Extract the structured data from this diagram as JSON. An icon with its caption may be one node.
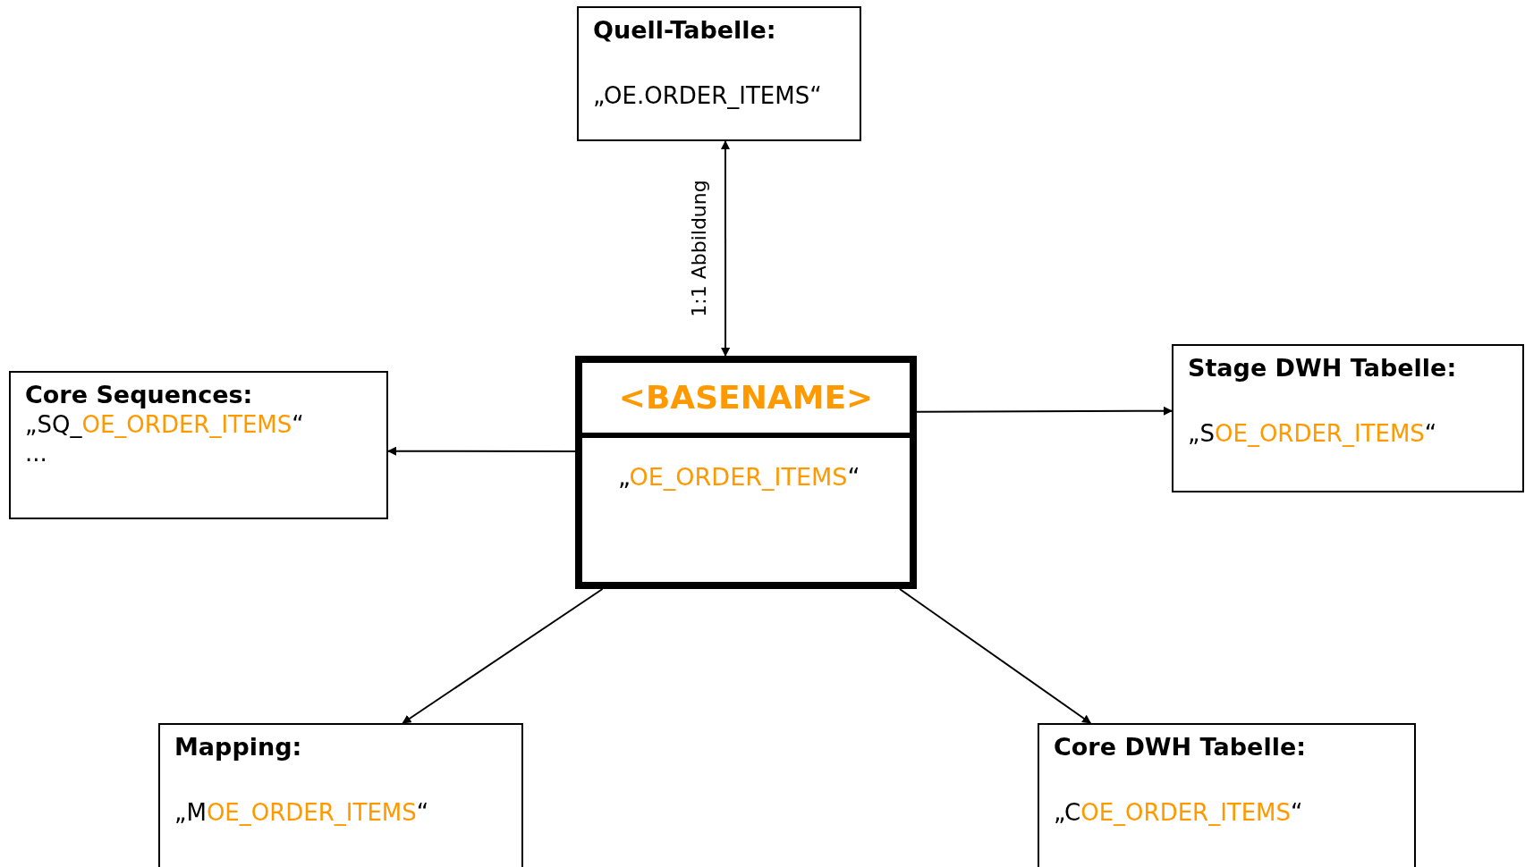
{
  "diagram": {
    "nodes": [
      {
        "text": [
          "Quell-Tabelle:",
          "„OE.ORDER_ITEMS“"
        ]
      },
      {
        "text": [
          "<BASENAME>",
          "„OE_ORDER_ITEMS“"
        ]
      },
      {
        "text": [
          "Core Sequences:",
          "„SQ_OE_ORDER_ITEMS“",
          "..."
        ]
      },
      {
        "text": [
          "Stage DWH Tabelle:",
          "„SOE_ORDER_ITEMS“"
        ]
      },
      {
        "text": [
          "Mapping:",
          "„MOE_ORDER_ITEMS“"
        ]
      },
      {
        "text": [
          "Core DWH Tabelle:",
          "„COE_ORDER_ITEMS“"
        ]
      }
    ],
    "edges": [
      {
        "from": 1,
        "to": 0,
        "arrow": "both",
        "label": "1:1 Abbildung"
      },
      {
        "from": 1,
        "to": 2,
        "arrow": "to"
      },
      {
        "from": 1,
        "to": 3,
        "arrow": "to"
      },
      {
        "from": 1,
        "to": 4,
        "arrow": "to"
      },
      {
        "from": 1,
        "to": 5,
        "arrow": "to"
      }
    ]
  }
}
